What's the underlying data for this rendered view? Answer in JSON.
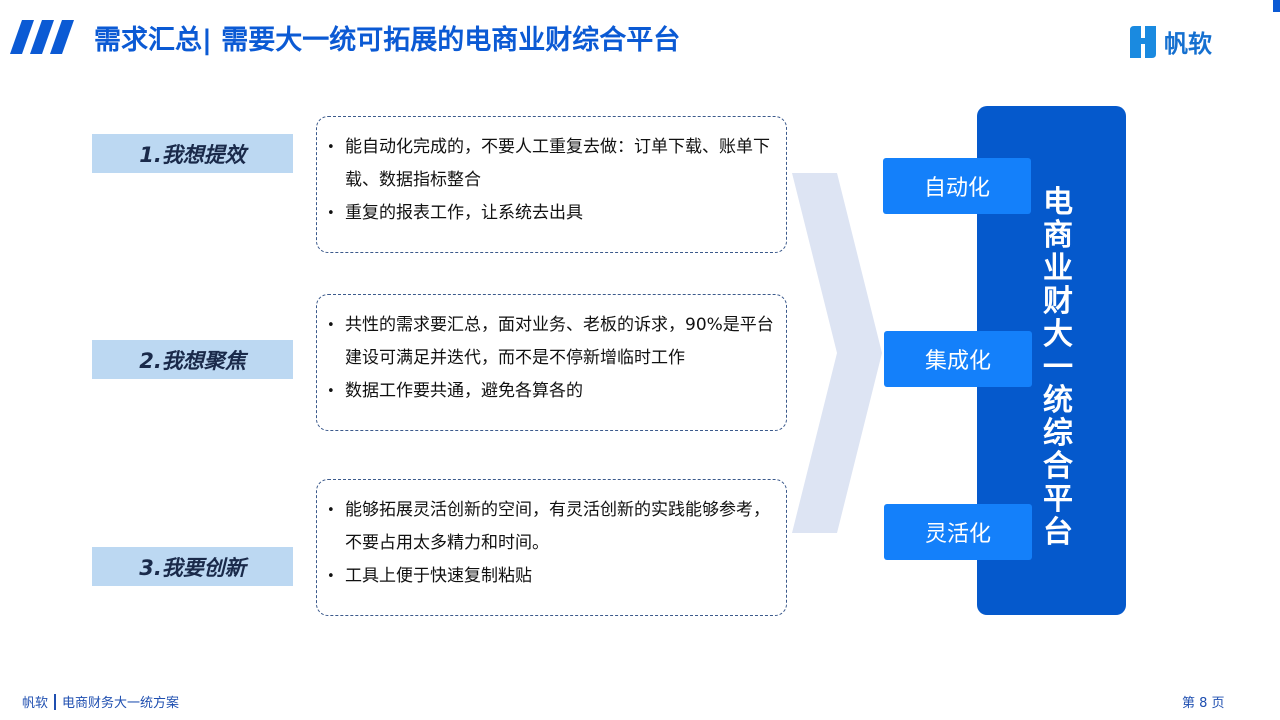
{
  "header": {
    "title": "需求汇总| 需要大一统可拓展的电商业财综合平台",
    "logo_text": "帆软"
  },
  "items": [
    {
      "tag": "1.我想提效",
      "bullets": [
        "能自动化完成的，不要人工重复去做：订单下载、账单下载、数据指标整合",
        "重复的报表工作，让系统去出具"
      ]
    },
    {
      "tag": "2.我想聚焦",
      "bullets": [
        "共性的需求要汇总，面对业务、老板的诉求，90%是平台建设可满足并迭代，而不是不停新增临时工作",
        "数据工作要共通，避免各算各的"
      ]
    },
    {
      "tag": "3.我要创新",
      "bullets": [
        "能够拓展灵活创新的空间，有灵活创新的实践能够参考，不要占用太多精力和时间。",
        "工具上便于快速复制粘贴"
      ]
    }
  ],
  "pills": [
    "自动化",
    "集成化",
    "灵活化"
  ],
  "platform": "电商业财大一统综合平台",
  "footer": {
    "brand": "帆软",
    "subtitle": "电商财务大一统方案",
    "page": "第 8 页"
  }
}
